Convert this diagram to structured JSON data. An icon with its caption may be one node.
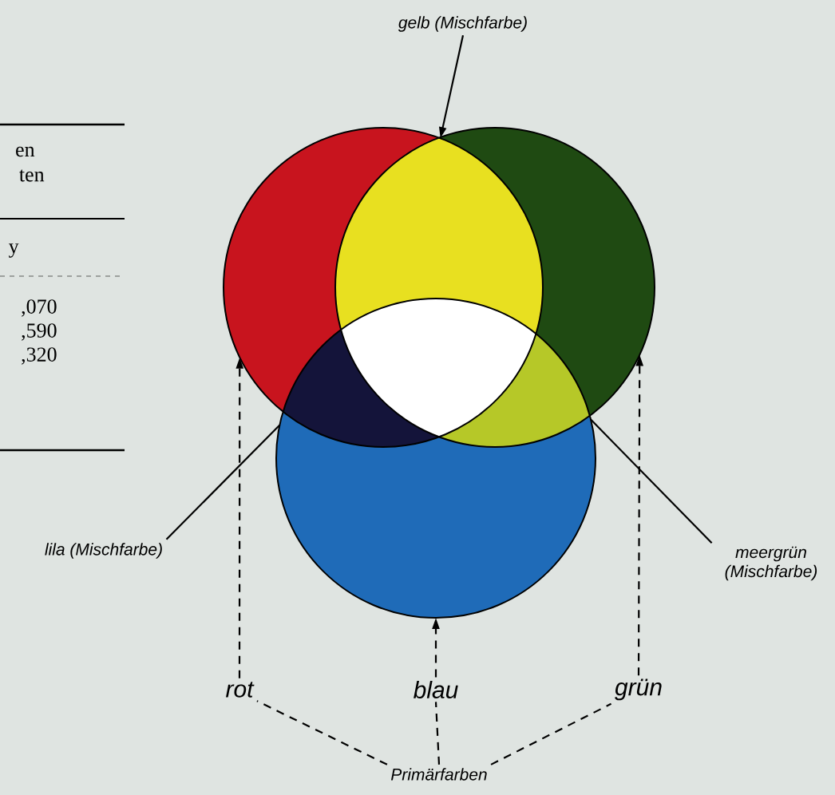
{
  "diagram": {
    "nodes": [
      {
        "text": [
          "gelb (Mischfarbe)"
        ]
      },
      {
        "text": [],
        "shape": "circle"
      },
      {
        "text": [],
        "shape": "circle"
      },
      {
        "text": [],
        "shape": "circle"
      },
      {
        "text": [
          "lila (Mischfarbe)"
        ]
      },
      {
        "text": [
          "meergrün (Mischfarbe)"
        ]
      },
      {
        "text": [
          "rot"
        ]
      },
      {
        "text": [
          "blau"
        ]
      },
      {
        "text": [
          "grün"
        ]
      },
      {
        "text": [
          "Primärfarben"
        ]
      }
    ],
    "edges": [
      {
        "from": 0,
        "to": 1,
        "arrow": "to"
      },
      {
        "from": 4,
        "to": 3,
        "arrow": "none"
      },
      {
        "from": 5,
        "to": 3,
        "arrow": "none"
      },
      {
        "from": 6,
        "to": 1,
        "arrow": "to",
        "style": "dashed"
      },
      {
        "from": 7,
        "to": 3,
        "arrow": "to",
        "style": "dashed"
      },
      {
        "from": 8,
        "to": 2,
        "arrow": "to",
        "style": "dashed"
      },
      {
        "from": 9,
        "to": 6,
        "arrow": "none",
        "style": "dashed"
      },
      {
        "from": 9,
        "to": 7,
        "arrow": "none",
        "style": "dashed"
      },
      {
        "from": 9,
        "to": 8,
        "arrow": "none",
        "style": "dashed"
      }
    ],
    "labels": [
      "en",
      "ten",
      "y",
      ",070",
      ",590",
      ",320"
    ]
  }
}
